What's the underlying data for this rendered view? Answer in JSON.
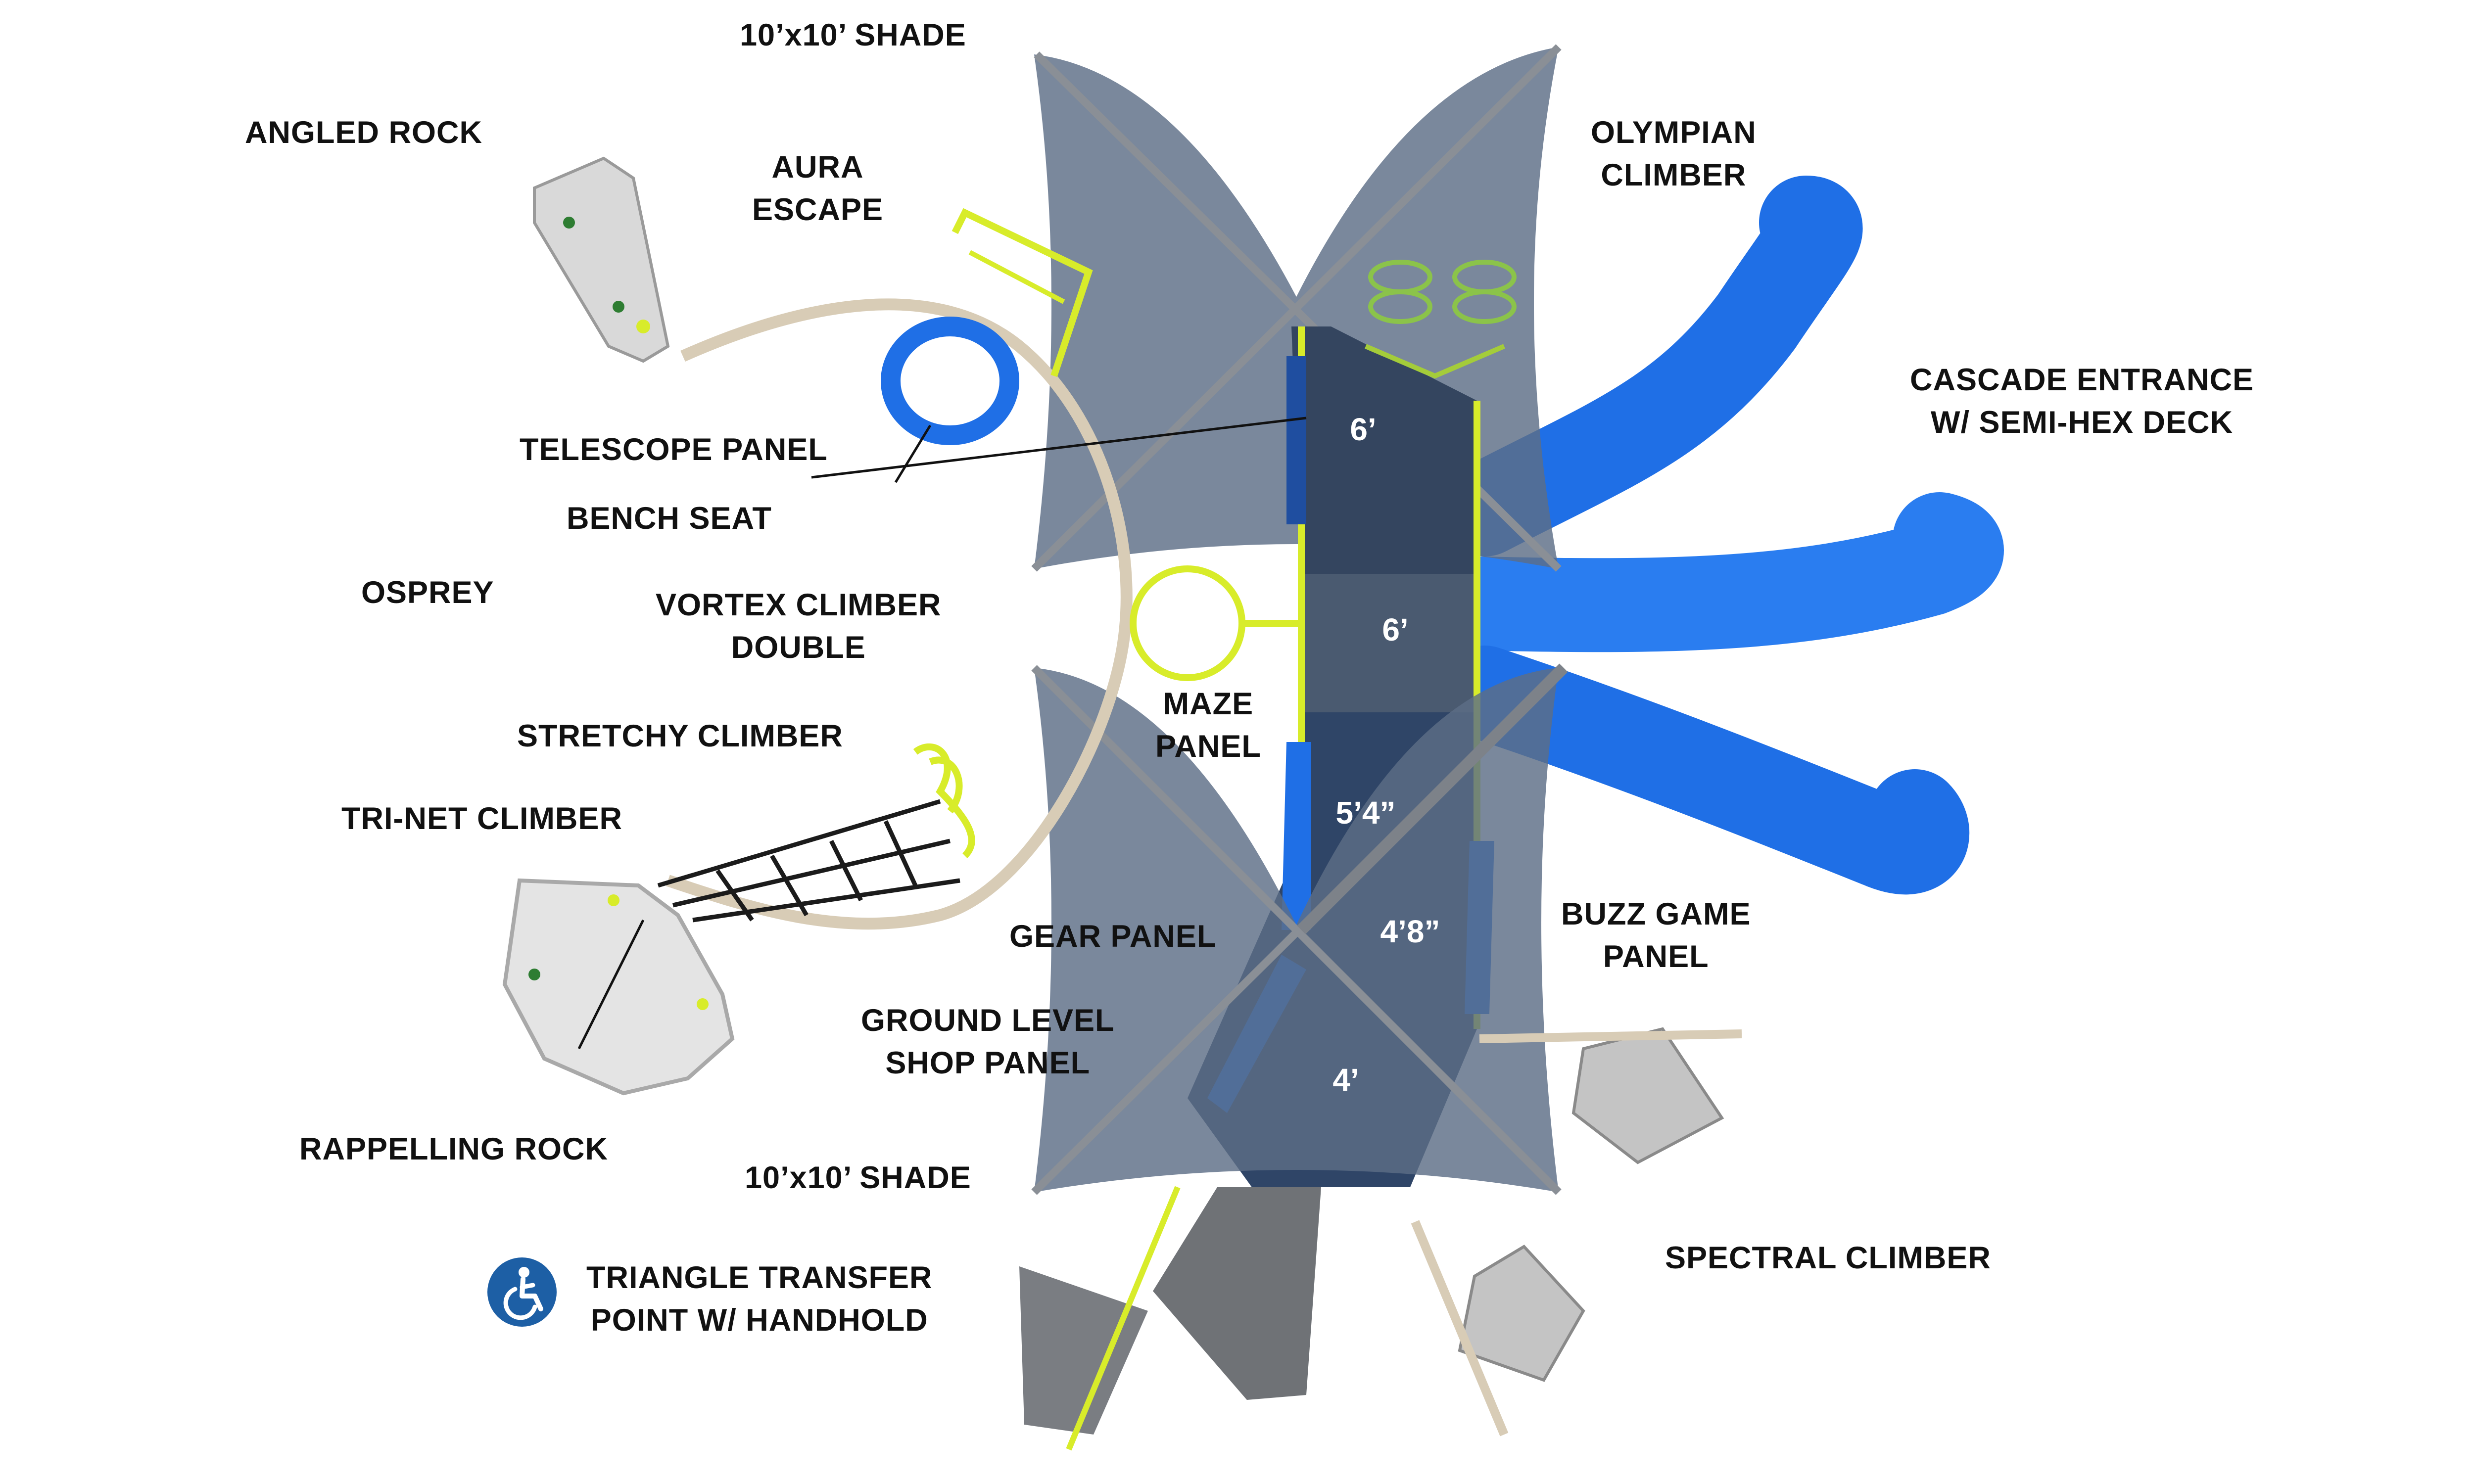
{
  "colors": {
    "shade": "#5d6e86",
    "deck": "#34455f",
    "slide": "#1f6fe6",
    "accent": "#d8ec2a",
    "post": "#8a8f96",
    "steps": "#6f7276"
  },
  "labels": {
    "shade_top": "10’x10’ SHADE",
    "angled_rock": "ANGLED ROCK",
    "aura_escape": [
      "AURA",
      "ESCAPE"
    ],
    "olympian_climber": [
      "OLYMPIAN",
      "CLIMBER"
    ],
    "cascade_entrance": [
      "CASCADE ENTRANCE",
      "W/ SEMI-HEX DECK"
    ],
    "telescope_panel": "TELESCOPE PANEL",
    "bench_seat": "BENCH SEAT",
    "osprey": "OSPREY",
    "vortex_climber": [
      "VORTEX CLIMBER",
      "DOUBLE"
    ],
    "maze_panel": [
      "MAZE",
      "PANEL"
    ],
    "stretchy_climber": "STRETCHY CLIMBER",
    "tri_net_climber": "TRI-NET CLIMBER",
    "gear_panel": "GEAR PANEL",
    "buzz_game_panel": [
      "BUZZ GAME",
      "PANEL"
    ],
    "ground_level_shop_panel": [
      "GROUND LEVEL",
      "SHOP PANEL"
    ],
    "rappelling_rock": "RAPPELLING ROCK",
    "shade_bottom": "10’x10’ SHADE",
    "spectral_climber": "SPECTRAL CLIMBER",
    "triangle_transfer": [
      "TRIANGLE TRANSFER",
      "POINT W/ HANDHOLD"
    ]
  },
  "deck_heights": {
    "deck1": "6’",
    "deck2": "6’",
    "deck3": "5’4”",
    "deck4": "4’8”",
    "deck5": "4’"
  },
  "icons": {
    "accessibility": "wheelchair-accessibility-icon"
  }
}
